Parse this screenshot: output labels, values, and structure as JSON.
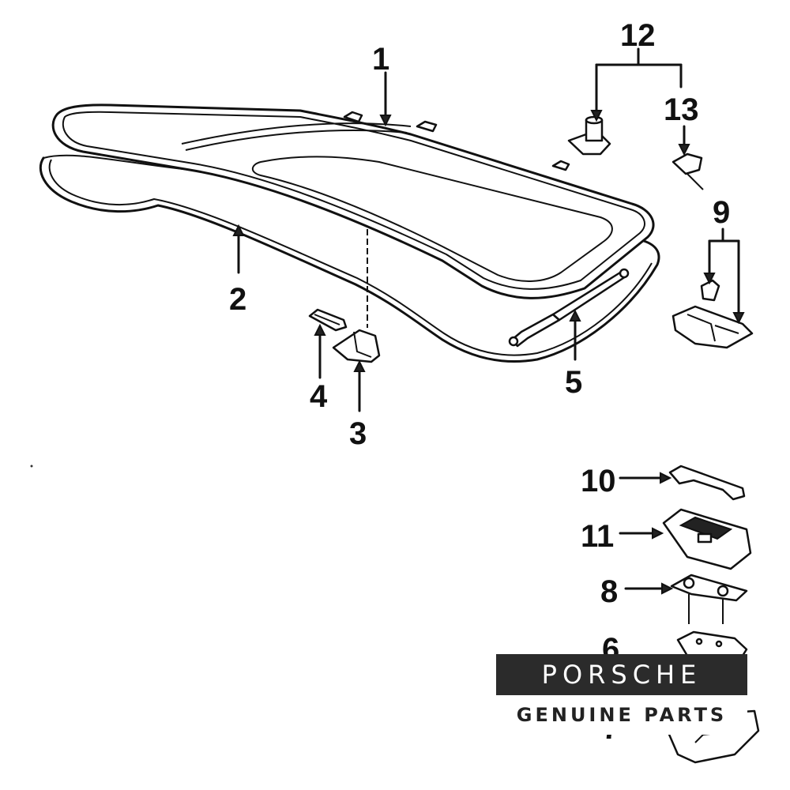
{
  "callouts": {
    "c1": "1",
    "c2": "2",
    "c3": "3",
    "c4": "4",
    "c5": "5",
    "c6": "6",
    "c7": "7",
    "c8": "8",
    "c9": "9",
    "c10": "10",
    "c11": "11",
    "c12": "12",
    "c13": "13"
  },
  "branding": {
    "name": "PORSCHE",
    "tagline": "GENUINE PARTS",
    "box_color": "#2b2b2b"
  }
}
